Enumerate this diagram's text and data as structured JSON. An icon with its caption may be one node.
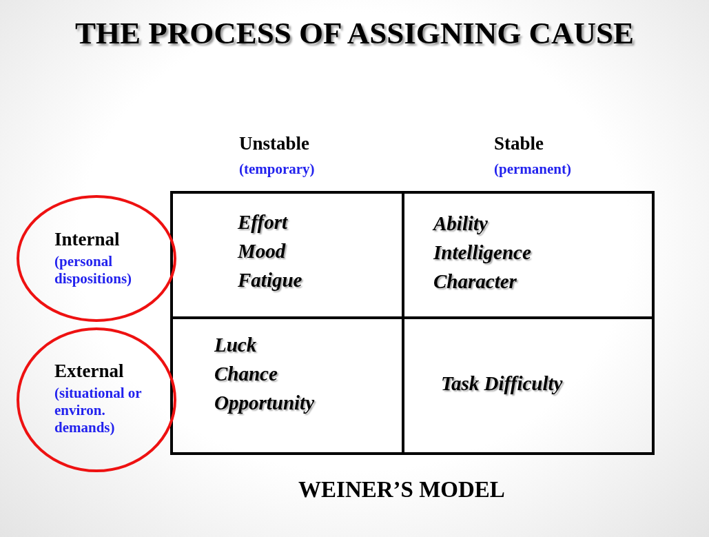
{
  "diagram": {
    "title": "THE PROCESS OF ASSIGNING CAUSE",
    "caption": "WEINER’S MODEL",
    "nodes": [
      {
        "text": [
          "Internal",
          "(personal dispositions)"
        ]
      },
      {
        "text": [
          "External",
          "(situational or environ. demands)"
        ]
      },
      {
        "text": [
          "Effort",
          "Mood",
          "Fatigue"
        ]
      },
      {
        "text": [
          "Ability",
          "Intelligence",
          "Character"
        ]
      },
      {
        "text": [
          "Luck",
          "Chance",
          "Opportunity"
        ]
      },
      {
        "text": [
          "Task Difficulty"
        ]
      }
    ],
    "edges": [],
    "labels": [
      "Unstable",
      "(temporary)",
      "Stable",
      "(permanent)"
    ]
  }
}
